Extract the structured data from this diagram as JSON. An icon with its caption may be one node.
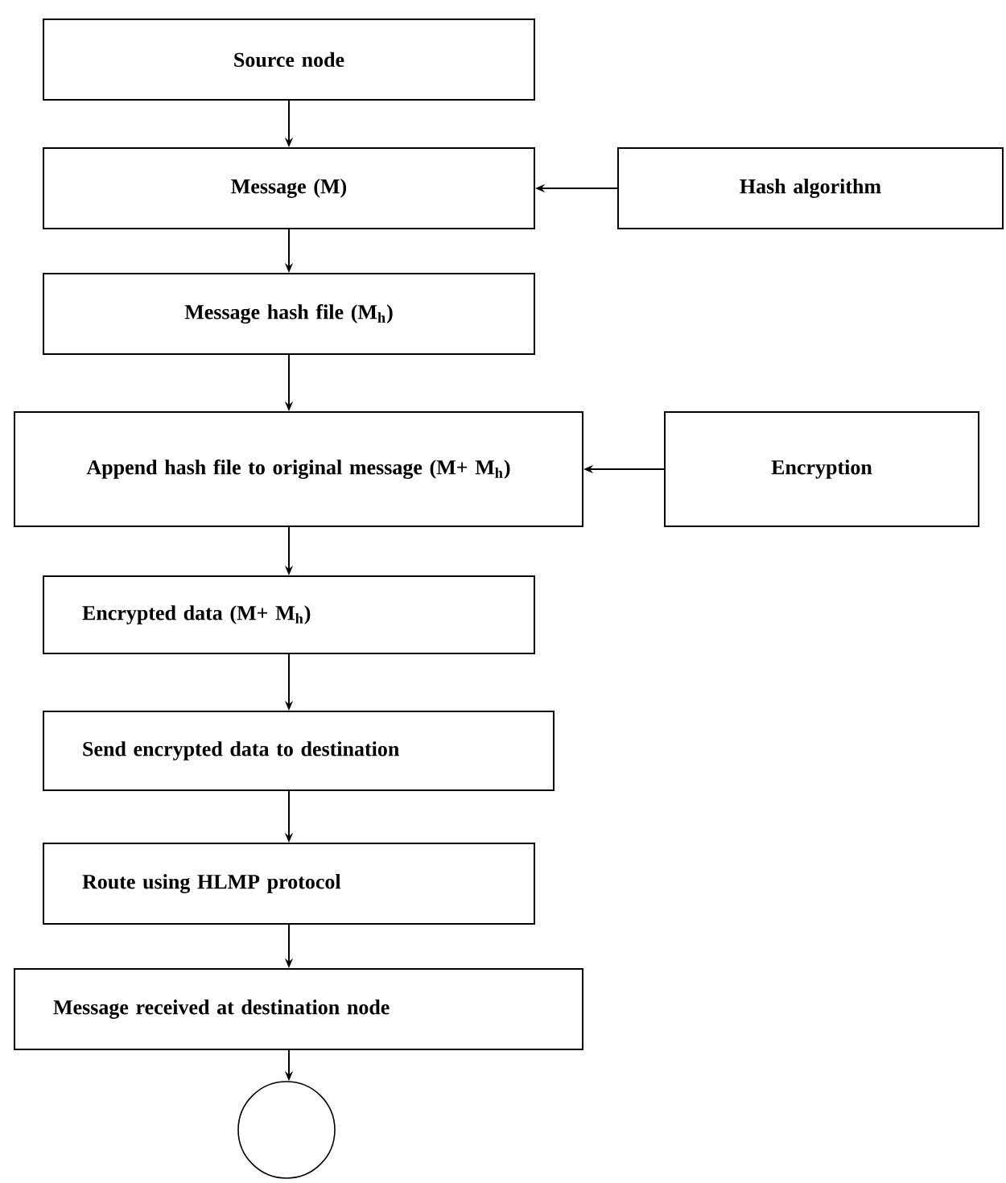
{
  "diagram": {
    "nodes": [
      {
        "text": [
          "Source node"
        ]
      },
      {
        "text": [
          "Message (M)"
        ]
      },
      {
        "text": [
          "Hash algorithm"
        ]
      },
      {
        "text": [
          "Message hash file (M$_{h}$)"
        ]
      },
      {
        "text": [
          "Append hash file to original message (M+ M$_{h}$)"
        ]
      },
      {
        "text": [
          "Encryption"
        ]
      },
      {
        "text": [
          "Encrypted data (M+ M$_{h}$)"
        ]
      },
      {
        "text": [
          "Send encrypted data to destination"
        ]
      },
      {
        "text": [
          "Route using HLMP protocol"
        ]
      },
      {
        "text": [
          "Message received at destination node"
        ]
      },
      {
        "text": [],
        "shape": "circle"
      }
    ],
    "edges": [
      {
        "from": 0,
        "to": 1,
        "arrow": "to"
      },
      {
        "from": 2,
        "to": 1,
        "arrow": "to"
      },
      {
        "from": 1,
        "to": 3,
        "arrow": "to"
      },
      {
        "from": 3,
        "to": 4,
        "arrow": "to"
      },
      {
        "from": 5,
        "to": 4,
        "arrow": "to"
      },
      {
        "from": 4,
        "to": 6,
        "arrow": "to"
      },
      {
        "from": 6,
        "to": 7,
        "arrow": "to"
      },
      {
        "from": 7,
        "to": 8,
        "arrow": "to"
      },
      {
        "from": 8,
        "to": 9,
        "arrow": "to"
      },
      {
        "from": 9,
        "to": 10,
        "arrow": "to"
      }
    ]
  }
}
